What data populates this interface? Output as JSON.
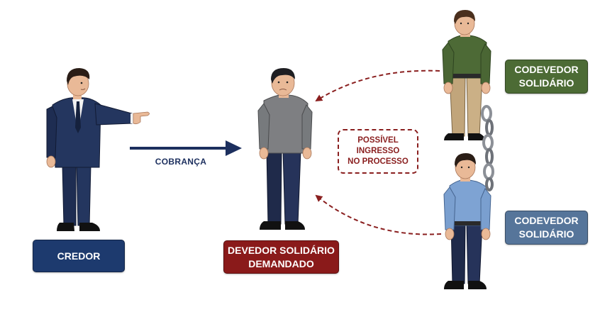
{
  "colors": {
    "credor_box": "#1d3a6e",
    "devedor_box": "#8a1a1a",
    "codevedor1_box": "#4c6b35",
    "codevedor2_box": "#56759a",
    "cobranca_arrow": "#1c2f5e",
    "dashed_arrow": "#8a1f1f",
    "chain": "#8c9097"
  },
  "credor": {
    "label": "CREDOR"
  },
  "devedor": {
    "label_line1": "DEVEDOR SOLIDÁRIO",
    "label_line2": "DEMANDADO"
  },
  "codevedor_1": {
    "label_line1": "CODEVEDOR",
    "label_line2": "SOLIDÁRIO"
  },
  "codevedor_2": {
    "label_line1": "CODEVEDOR",
    "label_line2": "SOLIDÁRIO"
  },
  "cobranca": {
    "label": "COBRANÇA"
  },
  "ingresso": {
    "line1": "POSSÍVEL",
    "line2": "INGRESSO",
    "line3": "NO PROCESSO"
  }
}
